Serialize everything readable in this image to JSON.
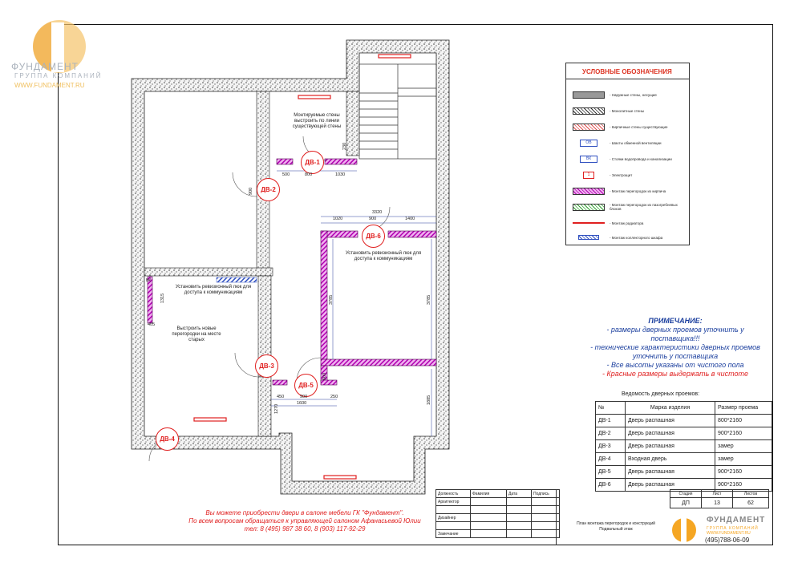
{
  "brand": {
    "name": "ФУНДАМЕНТ",
    "subtitle": "ГРУППА КОМПАНИЙ",
    "url": "WWW.FUNDAMENT.RU",
    "phone": "(495)788-06-09",
    "colors": {
      "orange": "#f5a623",
      "gray": "#aab2bc"
    }
  },
  "legend": {
    "title": "УСЛОВНЫЕ ОБОЗНАЧЕНИЯ",
    "items": [
      "- Наружные стены, несущие",
      "- Монолитные стены",
      "- Кирпичные стены существующие",
      "- Шахты обменной вентиляции",
      "- Стояки водопровода и канализации",
      "- Электрощит",
      "- Монтаж перегородок из кирпича",
      "- Монтаж перегородок из пазогребневых блоков",
      "- Монтаж радиатора",
      "- Монтаж коллекторного шкафа"
    ],
    "symbols": {
      "vent": "ОВ",
      "pipe": "ВК",
      "panel": "1"
    }
  },
  "notes": {
    "title": "ПРИМЕЧАНИЕ:",
    "lines": [
      "- размеры дверных проемов уточнить у поставщика!!!",
      "- технические характеристики дверных проемов уточнить у поставщика",
      "- Все высоты указаны от чистого пола"
    ],
    "red_line": "- Красные размеры выдержать в чистоте"
  },
  "doors": {
    "caption": "Ведомость дверных проемов:",
    "headers": [
      "№",
      "Марка изделия",
      "Размер проема"
    ],
    "rows": [
      [
        "ДВ-1",
        "Дверь распашная",
        "800*2160"
      ],
      [
        "ДВ-2",
        "Дверь распашная",
        "900*2160"
      ],
      [
        "ДВ-3",
        "Дверь распашная",
        "замер"
      ],
      [
        "ДВ-4",
        "Входная дверь",
        "замер"
      ],
      [
        "ДВ-5",
        "Дверь распашная",
        "900*2160"
      ],
      [
        "ДВ-6",
        "Дверь распашная",
        "900*2160"
      ]
    ]
  },
  "plan": {
    "tags": [
      "ДВ-1",
      "ДВ-2",
      "ДВ-3",
      "ДВ-4",
      "ДВ-5",
      "ДВ-6"
    ],
    "labels": {
      "wall_note": "Монтируемые стены выстроить по линии существующей стены",
      "hatch_right": "Установить ревизионный люк для доступа к коммуникациям",
      "hatch_left": "Установить ревизионный люк для доступа к коммуникациям",
      "rebuild": "Выстроить новые перегородки на месте старых",
      "vk": "ВК"
    },
    "dims": {
      "d230": "230",
      "d500": "500",
      "d800": "800",
      "d1030": "1030",
      "d900a": "900",
      "d3320": "3320",
      "d1020": "1020",
      "d900b": "900",
      "d1400": "1400",
      "d3785a": "3785",
      "d3785b": "3785",
      "d1315": "1315",
      "d405": "405",
      "d450": "450",
      "d900c": "900",
      "d250": "250",
      "d600": "600",
      "d1600": "1600",
      "d1270": "1270",
      "d1885": "1885"
    }
  },
  "promo": {
    "line1": "Вы можете приобрести двери  в салоне мебели ГК \"Фундамент\".",
    "line2": "По всем вопросам обращаться к управляющей салоном Афанасьевой Юлии",
    "line3": "тел: 8 (495) 987 38 60, 8 (903) 117-92-29"
  },
  "stamp": {
    "cols": [
      "Должность",
      "Фамилия",
      "Дата",
      "Подпись"
    ],
    "roles": [
      "Архитектор",
      "Дизайнер",
      "Замечание"
    ],
    "title_line1": "План монтажа перегородок и конструкций",
    "title_line2": "Подвальный этаж",
    "stage_label": "Стадия",
    "sheet_label": "Лист",
    "sheets_label": "Листов",
    "stage": "ДП",
    "sheet": "13",
    "sheets": "62"
  }
}
